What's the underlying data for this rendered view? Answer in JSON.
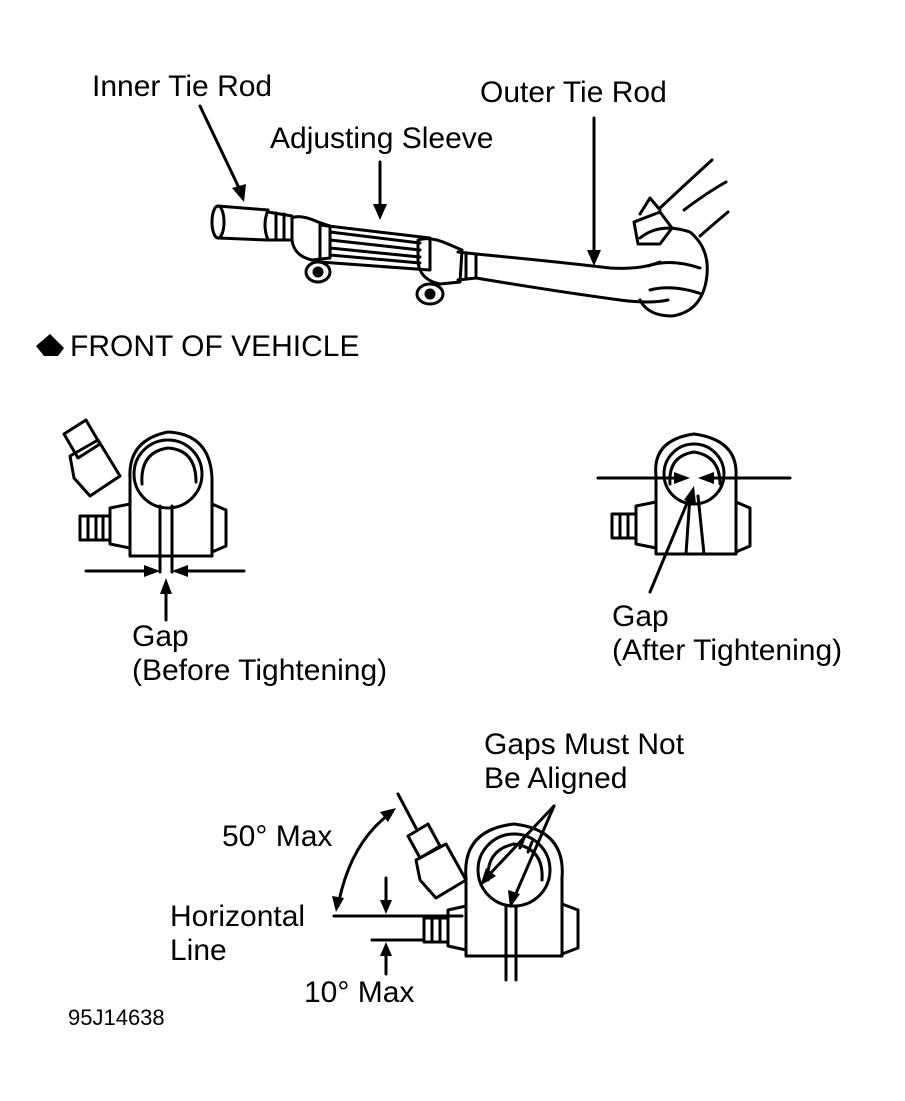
{
  "labels": {
    "inner_tie_rod": "Inner Tie Rod",
    "adjusting_sleeve": "Adjusting Sleeve",
    "outer_tie_rod": "Outer Tie Rod",
    "front_of_vehicle": "FRONT OF VEHICLE",
    "gap_before_1": "Gap",
    "gap_before_2": "(Before Tightening)",
    "gap_after_1": "Gap",
    "gap_after_2": "(After Tightening)",
    "gaps_must_1": "Gaps Must Not",
    "gaps_must_2": "Be Aligned",
    "max_50": "50° Max",
    "horizontal_1": "Horizontal",
    "horizontal_2": "Line",
    "max_10": "10° Max",
    "figure_id": "95J14638"
  },
  "icons": {
    "front_arrow": "front-arrow-icon"
  },
  "colors": {
    "ink": "#000000",
    "paper": "#ffffff"
  }
}
